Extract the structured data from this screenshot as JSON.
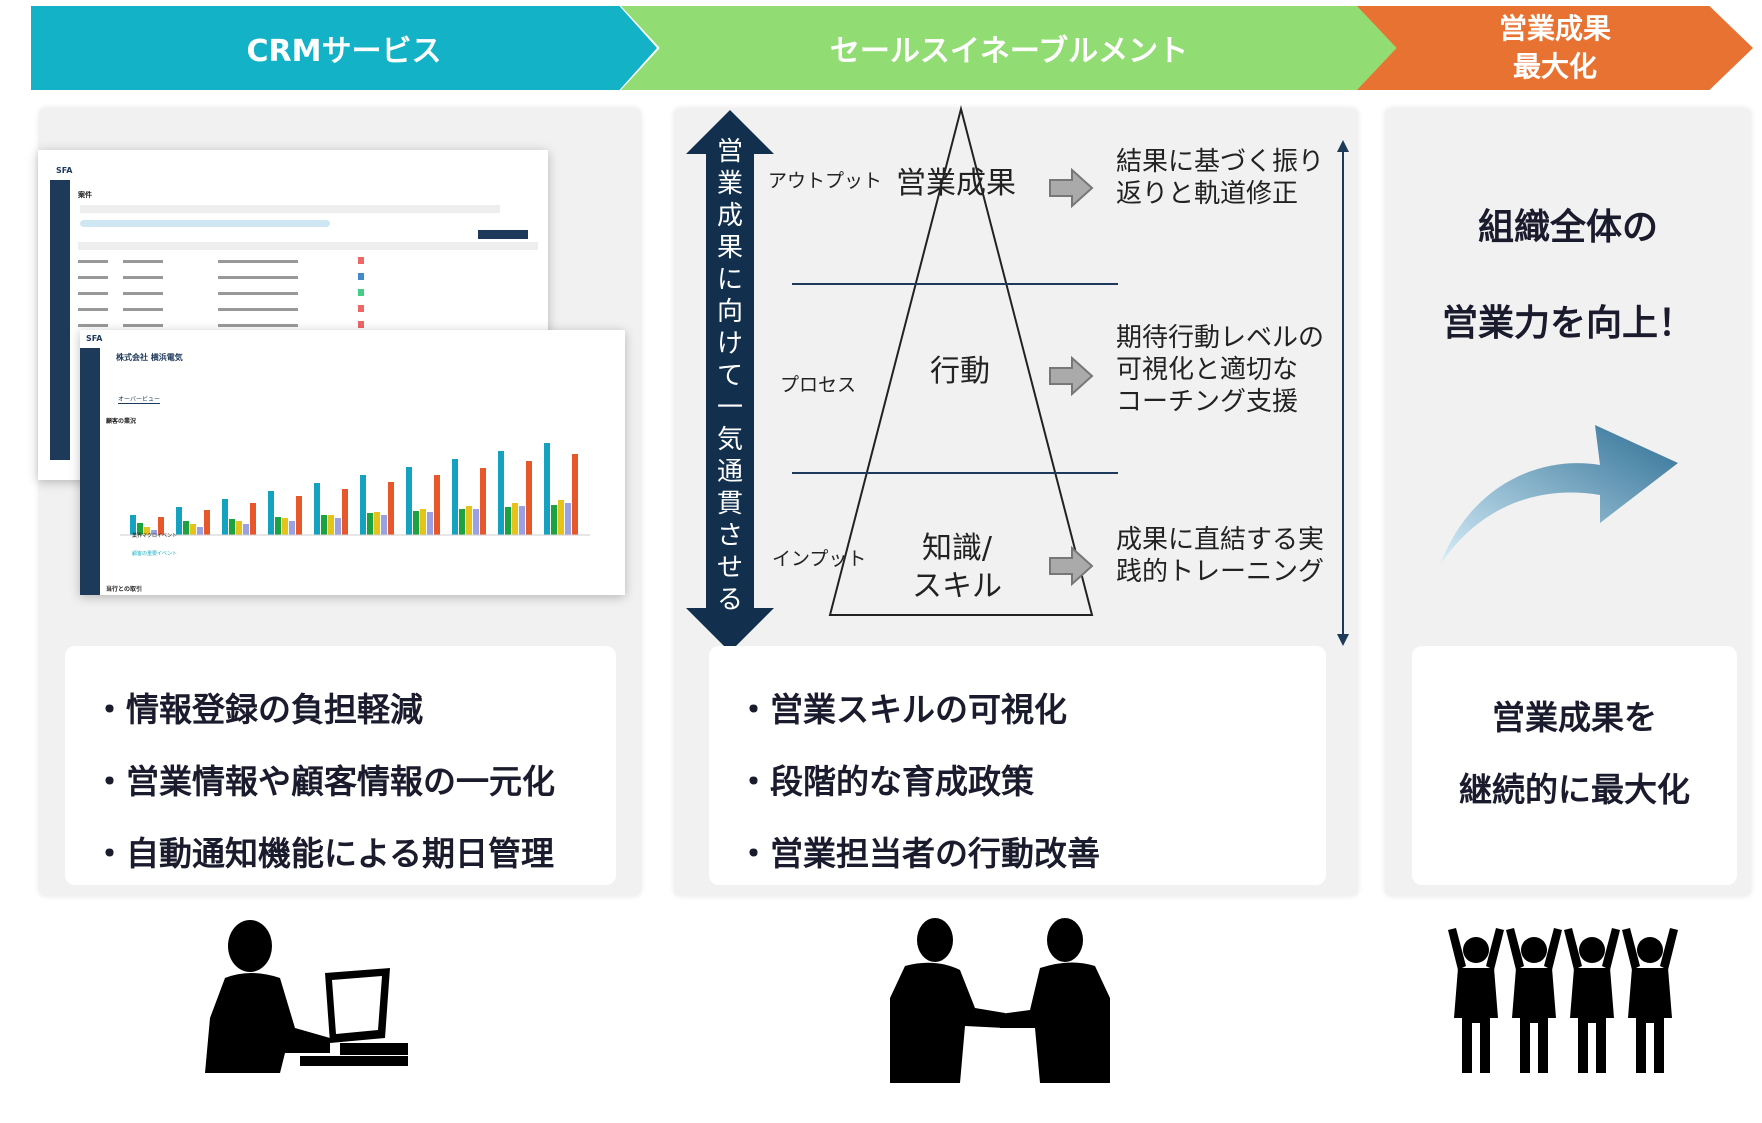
{
  "banner": {
    "crm": "CRMサービス",
    "enablement": "セールスイネーブルメント",
    "result_line1": "営業成果",
    "result_line2": "最大化"
  },
  "crm_panel": {
    "mock_app": "SFA",
    "mock_section_deals": "案件",
    "mock_company": "株式会社 横浜電気",
    "mock_tab_overview": "オーバービュー",
    "mock_chart_title": "顧客の業況",
    "mock_macro_events": "業界マクロイベント",
    "mock_customer_events": "顧客の重要イベント",
    "mock_bank_deals": "当行との取引",
    "bullets": [
      "情報登録の負担軽減",
      "営業情報や顧客情報の一元化",
      "自動通知機能による期日管理"
    ]
  },
  "enablement_panel": {
    "vertical_arrow_text": "営業成果に向けて一気通貫させる",
    "levels": [
      {
        "label": "アウトプット",
        "center": "営業成果",
        "desc": [
          "結果に基づく振り",
          "返りと軌道修正"
        ]
      },
      {
        "label": "プロセス",
        "center": "行動",
        "desc": [
          "期待行動レベルの",
          "可視化と適切な",
          "コーチング支援"
        ]
      },
      {
        "label": "インプット",
        "center_line1": "知識/",
        "center_line2": "スキル",
        "desc": [
          "成果に直結する実",
          "践的トレーニング"
        ]
      }
    ],
    "bullets": [
      "営業スキルの可視化",
      "段階的な育成政策",
      "営業担当者の行動改善"
    ]
  },
  "result_panel": {
    "headline_line1": "組織全体の",
    "headline_line2": "営業力を向上！",
    "box_line1": "営業成果を",
    "box_line2": "継続的に最大化"
  },
  "colors": {
    "crm": "#13b2c6",
    "enablement": "#92dc74",
    "result": "#e87232",
    "navy": "#12304d"
  }
}
